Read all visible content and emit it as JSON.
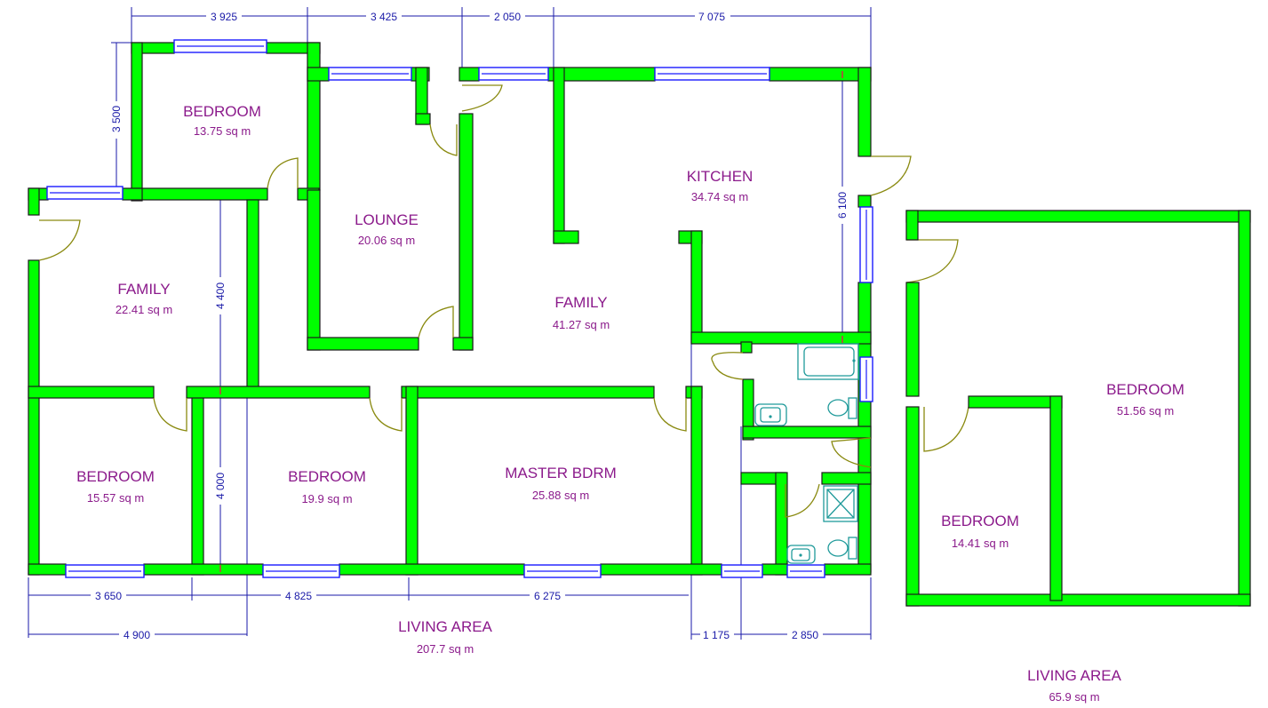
{
  "colors": {
    "wall": "#00ff00",
    "wall_outline": "#1a1a1a",
    "window": "#1b1bff",
    "door": "#8a8a10",
    "fixture": "#1f9a9a",
    "dimension": "#1a1aa8",
    "label": "#8b1a8b"
  },
  "rooms": [
    {
      "name": "BEDROOM",
      "area": "13.75 sq m"
    },
    {
      "name": "LOUNGE",
      "area": "20.06 sq m"
    },
    {
      "name": "KITCHEN",
      "area": "34.74 sq m"
    },
    {
      "name": "FAMILY",
      "area": "22.41 sq m"
    },
    {
      "name": "FAMILY",
      "area": "41.27 sq m"
    },
    {
      "name": "BEDROOM",
      "area": "15.57 sq m"
    },
    {
      "name": "BEDROOM",
      "area": "19.9 sq m"
    },
    {
      "name": "MASTER BDRM",
      "area": "25.88 sq m"
    },
    {
      "name": "BEDROOM",
      "area": "51.56 sq m"
    },
    {
      "name": "BEDROOM",
      "area": "14.41 sq m"
    }
  ],
  "totals": [
    {
      "label": "LIVING AREA",
      "area": "207.7 sq m"
    },
    {
      "label": "LIVING AREA",
      "area": "65.9 sq m"
    }
  ],
  "dimensions": {
    "top": [
      "3 925",
      "3 425",
      "2 050",
      "7 075"
    ],
    "bottom_row1": [
      "3 650",
      "4 825",
      "6 275"
    ],
    "bottom_row2": [
      "4 900",
      "1 175",
      "2 850"
    ],
    "vertical": [
      "3 500",
      "4 400",
      "4 000",
      "6 100"
    ]
  }
}
